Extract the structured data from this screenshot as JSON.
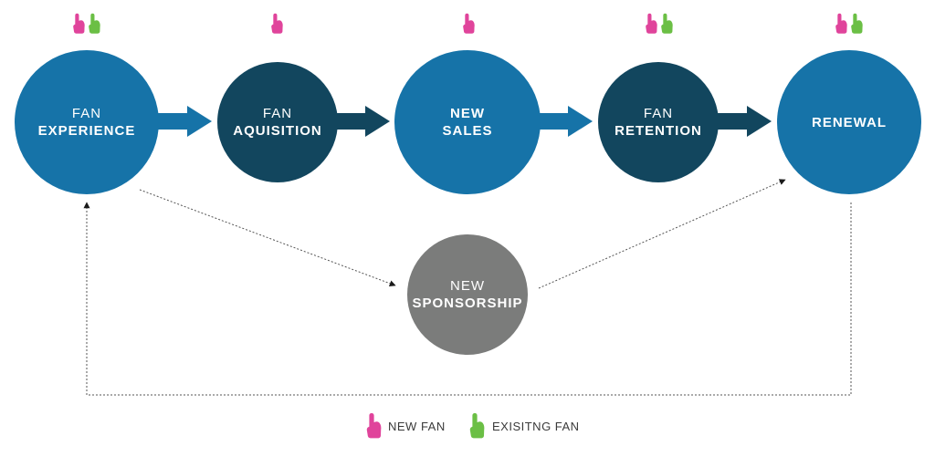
{
  "colors": {
    "blue_light": "#1673a8",
    "blue_dark": "#12465e",
    "gray": "#7b7c7b",
    "new_fan": "#e0449b",
    "existing_fan": "#6bbf45",
    "dotted_line": "#555555"
  },
  "nodes": [
    {
      "id": "fan-experience",
      "line1": "FAN",
      "line2": "EXPERIENCE",
      "color": "blue_light",
      "icons": [
        "new-fan-glove-icon",
        "existing-fan-glove-icon"
      ]
    },
    {
      "id": "fan-aquisition",
      "line1": "FAN",
      "line2": "AQUISITION",
      "color": "blue_dark",
      "icons": [
        "new-fan-glove-icon"
      ]
    },
    {
      "id": "new-sales",
      "line1": "NEW",
      "line2": "SALES",
      "color": "blue_light",
      "icons": [
        "new-fan-glove-icon"
      ]
    },
    {
      "id": "fan-retention",
      "line1": "FAN",
      "line2": "RETENTION",
      "color": "blue_dark",
      "icons": [
        "new-fan-glove-icon",
        "existing-fan-glove-icon"
      ]
    },
    {
      "id": "renewal",
      "line1": "",
      "line2": "RENEWAL",
      "color": "blue_light",
      "icons": [
        "new-fan-glove-icon",
        "existing-fan-glove-icon"
      ]
    },
    {
      "id": "new-sponsorship",
      "line1": "NEW",
      "line2": "SPONSORSHIP",
      "color": "gray",
      "icons": []
    }
  ],
  "legend": {
    "new_fan": "NEW FAN",
    "existing_fan": "EXISITNG FAN"
  }
}
